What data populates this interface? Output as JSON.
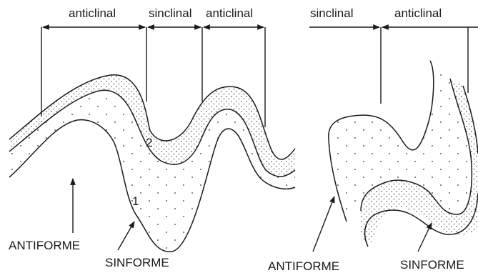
{
  "left_panel": {
    "top_labels": [
      "anticlinal",
      "sinclinal",
      "anticlinal"
    ],
    "layer_numbers": [
      "1",
      "2"
    ],
    "bottom_labels": [
      "ANTIFORME",
      "SINFORME"
    ]
  },
  "right_panel": {
    "top_labels": [
      "sinclinal",
      "anticlinal"
    ],
    "bottom_labels": [
      "ANTIFORME",
      "SINFORME"
    ]
  },
  "colors": {
    "ink": "#1a1a1a",
    "background": "#ffffff"
  }
}
